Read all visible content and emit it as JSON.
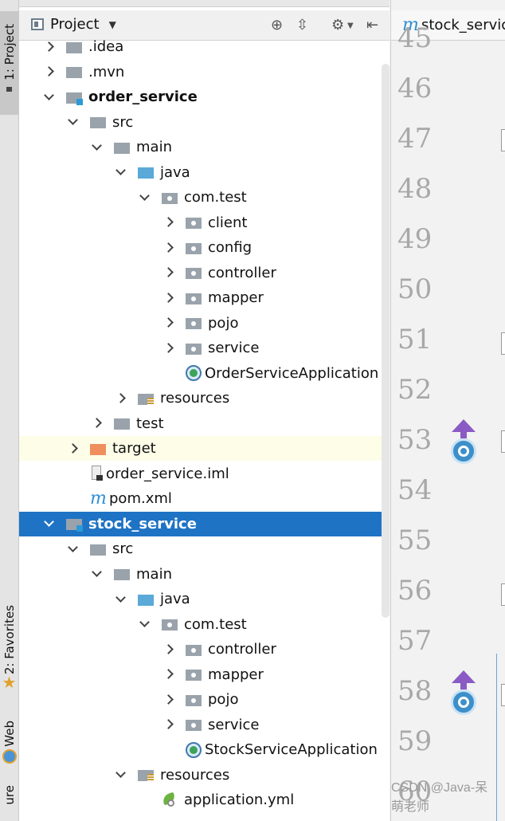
{
  "toolstrip": {
    "project_tab": "1: Project",
    "favorites_tab": "2: Favorites",
    "web_tab": "Web",
    "structure_tab": "ure"
  },
  "panel": {
    "title": "Project",
    "icons": [
      "locate-icon",
      "collapse-icon",
      "settings-icon",
      "hide-icon"
    ]
  },
  "tree": [
    {
      "label": ".idea",
      "level": 1,
      "arrow": "right",
      "icon": "folder-gray",
      "bold": false
    },
    {
      "label": ".mvn",
      "level": 1,
      "arrow": "right",
      "icon": "folder-gray",
      "bold": false
    },
    {
      "label": "order_service",
      "level": 1,
      "arrow": "down",
      "icon": "module",
      "bold": true
    },
    {
      "label": "src",
      "level": 2,
      "arrow": "down",
      "icon": "folder-gray",
      "bold": false
    },
    {
      "label": "main",
      "level": 3,
      "arrow": "down",
      "icon": "folder-gray",
      "bold": false
    },
    {
      "label": "java",
      "level": 4,
      "arrow": "down",
      "icon": "folder-blue",
      "bold": false
    },
    {
      "label": "com.test",
      "level": 5,
      "arrow": "down",
      "icon": "package",
      "bold": false
    },
    {
      "label": "client",
      "level": 6,
      "arrow": "right",
      "icon": "package",
      "bold": false
    },
    {
      "label": "config",
      "level": 6,
      "arrow": "right",
      "icon": "package",
      "bold": false
    },
    {
      "label": "controller",
      "level": 6,
      "arrow": "right",
      "icon": "package",
      "bold": false
    },
    {
      "label": "mapper",
      "level": 6,
      "arrow": "right",
      "icon": "package",
      "bold": false
    },
    {
      "label": "pojo",
      "level": 6,
      "arrow": "right",
      "icon": "package",
      "bold": false
    },
    {
      "label": "service",
      "level": 6,
      "arrow": "right",
      "icon": "package",
      "bold": false
    },
    {
      "label": "OrderServiceApplication",
      "level": 6,
      "arrow": "none",
      "icon": "spring-app",
      "bold": false
    },
    {
      "label": "resources",
      "level": 4,
      "arrow": "right",
      "icon": "folder-res",
      "bold": false
    },
    {
      "label": "test",
      "level": 3,
      "arrow": "right",
      "icon": "folder-gray",
      "bold": false
    },
    {
      "label": "target",
      "level": 2,
      "arrow": "right",
      "icon": "folder-orange",
      "bold": false,
      "highlight": "yellow"
    },
    {
      "label": "order_service.iml",
      "level": 2,
      "arrow": "none",
      "icon": "iml-file",
      "bold": false
    },
    {
      "label": "pom.xml",
      "level": 2,
      "arrow": "none",
      "icon": "maven",
      "bold": false
    },
    {
      "label": "stock_service",
      "level": 1,
      "arrow": "down",
      "icon": "module",
      "bold": true,
      "highlight": "selected"
    },
    {
      "label": "src",
      "level": 2,
      "arrow": "down",
      "icon": "folder-gray",
      "bold": false
    },
    {
      "label": "main",
      "level": 3,
      "arrow": "down",
      "icon": "folder-gray",
      "bold": false
    },
    {
      "label": "java",
      "level": 4,
      "arrow": "down",
      "icon": "folder-blue",
      "bold": false
    },
    {
      "label": "com.test",
      "level": 5,
      "arrow": "down",
      "icon": "package",
      "bold": false
    },
    {
      "label": "controller",
      "level": 6,
      "arrow": "right",
      "icon": "package",
      "bold": false
    },
    {
      "label": "mapper",
      "level": 6,
      "arrow": "right",
      "icon": "package",
      "bold": false
    },
    {
      "label": "pojo",
      "level": 6,
      "arrow": "right",
      "icon": "package",
      "bold": false
    },
    {
      "label": "service",
      "level": 6,
      "arrow": "right",
      "icon": "package",
      "bold": false
    },
    {
      "label": "StockServiceApplication",
      "level": 6,
      "arrow": "none",
      "icon": "spring-app",
      "bold": false
    },
    {
      "label": "resources",
      "level": 4,
      "arrow": "down",
      "icon": "folder-res",
      "bold": false
    },
    {
      "label": "application.yml",
      "level": 5,
      "arrow": "none",
      "icon": "yml-file",
      "bold": false
    }
  ],
  "editor": {
    "tab_title": "stock_service",
    "line_numbers": [
      "45",
      "46",
      "47",
      "48",
      "49",
      "50",
      "51",
      "52",
      "53",
      "54",
      "55",
      "56",
      "57",
      "58",
      "59",
      "60"
    ],
    "implemented_marker_lines": [
      "53",
      "58"
    ]
  },
  "watermark": "CSDN @Java-呆萌老师",
  "colors": {
    "selection": "#1e73c4",
    "excluded_highlight": "#fdfde8",
    "line_number": "#a8a8a8",
    "implemented_marker": "#8a5bc4"
  }
}
